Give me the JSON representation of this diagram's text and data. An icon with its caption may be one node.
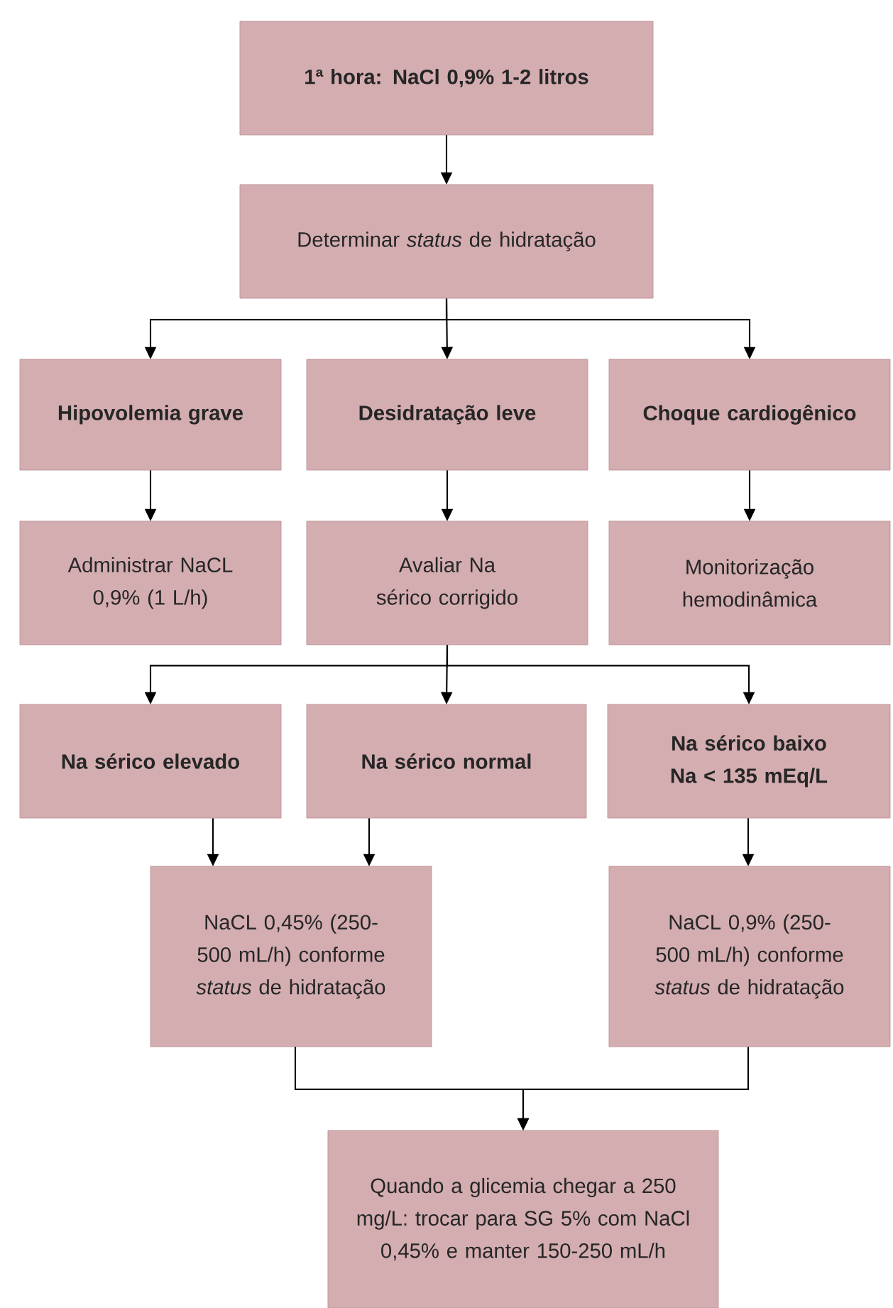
{
  "diagram": {
    "nodes": [
      {
        "text": [
          "1ª hora: NaCl 0,9% 1-2 litros"
        ]
      },
      {
        "text": [
          "Determinar *status* de hidratação"
        ]
      },
      {
        "text": [
          "Hipovolemia grave"
        ]
      },
      {
        "text": [
          "Desidratação leve"
        ]
      },
      {
        "text": [
          "Choque cardiogênico"
        ]
      },
      {
        "text": [
          "Administrar NaCL 0,9% (1 L/h)"
        ]
      },
      {
        "text": [
          "Avaliar Na sérico corrigido"
        ]
      },
      {
        "text": [
          "Monitorização hemodinâmica"
        ]
      },
      {
        "text": [
          "Na sérico elevado"
        ]
      },
      {
        "text": [
          "Na sérico normal"
        ]
      },
      {
        "text": [
          "Na sérico baixo Na < 135 mEq/L"
        ]
      },
      {
        "text": [
          "NaCL 0,45% (250-500 mL/h) conforme *status* de hidratação"
        ]
      },
      {
        "text": [
          "NaCL 0,9% (250-500 mL/h) conforme *status* de hidratação"
        ]
      },
      {
        "text": [
          "Quando a glicemia chegar a 250 mg/L: trocar para SG 5% com NaCl 0,45% e manter 150-250 mL/h"
        ]
      }
    ],
    "edges": [
      {
        "from": 0,
        "to": 1,
        "arrow": "to"
      },
      {
        "from": 1,
        "to": 2,
        "arrow": "to"
      },
      {
        "from": 1,
        "to": 3,
        "arrow": "to"
      },
      {
        "from": 1,
        "to": 4,
        "arrow": "to"
      },
      {
        "from": 2,
        "to": 5,
        "arrow": "to"
      },
      {
        "from": 3,
        "to": 6,
        "arrow": "to"
      },
      {
        "from": 4,
        "to": 7,
        "arrow": "to"
      },
      {
        "from": 6,
        "to": 8,
        "arrow": "to"
      },
      {
        "from": 6,
        "to": 9,
        "arrow": "to"
      },
      {
        "from": 6,
        "to": 10,
        "arrow": "to"
      },
      {
        "from": 8,
        "to": 11,
        "arrow": "to"
      },
      {
        "from": 9,
        "to": 11,
        "arrow": "to"
      },
      {
        "from": 10,
        "to": 12,
        "arrow": "to"
      },
      {
        "from": 11,
        "to": 13,
        "arrow": "to"
      },
      {
        "from": 12,
        "to": 13,
        "arrow": "to"
      }
    ]
  }
}
